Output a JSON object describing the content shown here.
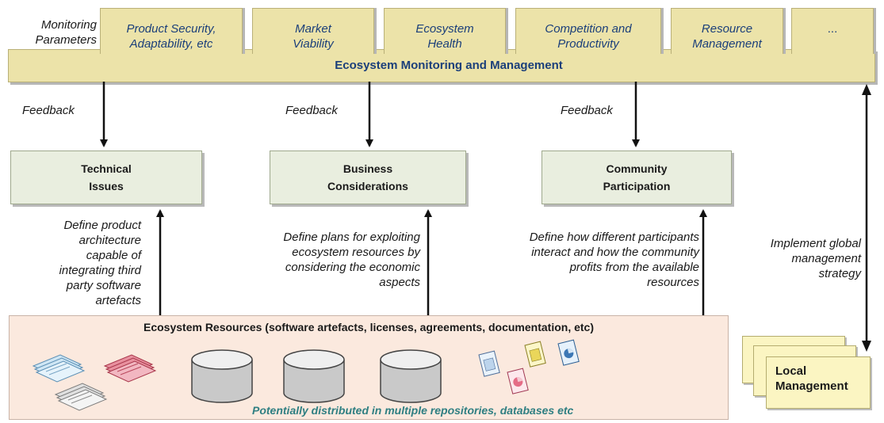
{
  "monitoring_parameters_label": [
    "Monitoring",
    "Parameters"
  ],
  "parameter_tabs": [
    {
      "lines": [
        "Product Security,",
        "Adaptability, etc"
      ]
    },
    {
      "lines": [
        "Market",
        "Viability"
      ]
    },
    {
      "lines": [
        "Ecosystem",
        "Health"
      ]
    },
    {
      "lines": [
        "Competition and",
        "Productivity"
      ]
    },
    {
      "lines": [
        "Resource",
        "Management"
      ]
    },
    {
      "lines": [
        "..."
      ]
    }
  ],
  "banner_title": "Ecosystem Monitoring and Management",
  "feedback_label": "Feedback",
  "boxes": [
    {
      "lines": [
        "Technical",
        "Issues"
      ]
    },
    {
      "lines": [
        "Business",
        "Considerations"
      ]
    },
    {
      "lines": [
        "Community",
        "Participation"
      ]
    }
  ],
  "definitions": [
    {
      "lines": [
        "Define product",
        "architecture",
        "capable of",
        "integrating third",
        "party software",
        "artefacts"
      ]
    },
    {
      "lines": [
        "Define plans for exploiting",
        "ecosystem resources by",
        "considering the economic",
        "aspects"
      ]
    },
    {
      "lines": [
        "Define how different participants",
        "interact and how the community",
        "profits from the available",
        "resources"
      ]
    }
  ],
  "global_strategy": [
    "Implement global",
    "management",
    "strategy"
  ],
  "resources_title": "Ecosystem Resources (software artefacts, licenses, agreements, documentation, etc)",
  "resources_subtitle": "Potentially distributed in multiple repositories, databases etc",
  "local_management": [
    "Local",
    "Management"
  ],
  "colors": {
    "banner_fill": "#ece3a9",
    "banner_text": "#1b3f7a",
    "box_fill": "#e9eedf",
    "resources_fill": "#fbe9de",
    "subtitle_text": "#2f7f82",
    "local_fill": "#fbf5c2"
  },
  "icons": [
    "document-stack-blue-icon",
    "document-stack-red-icon",
    "document-stack-grey-icon",
    "database-icon",
    "spreadsheet-icon",
    "pie-chart-document-icon"
  ]
}
